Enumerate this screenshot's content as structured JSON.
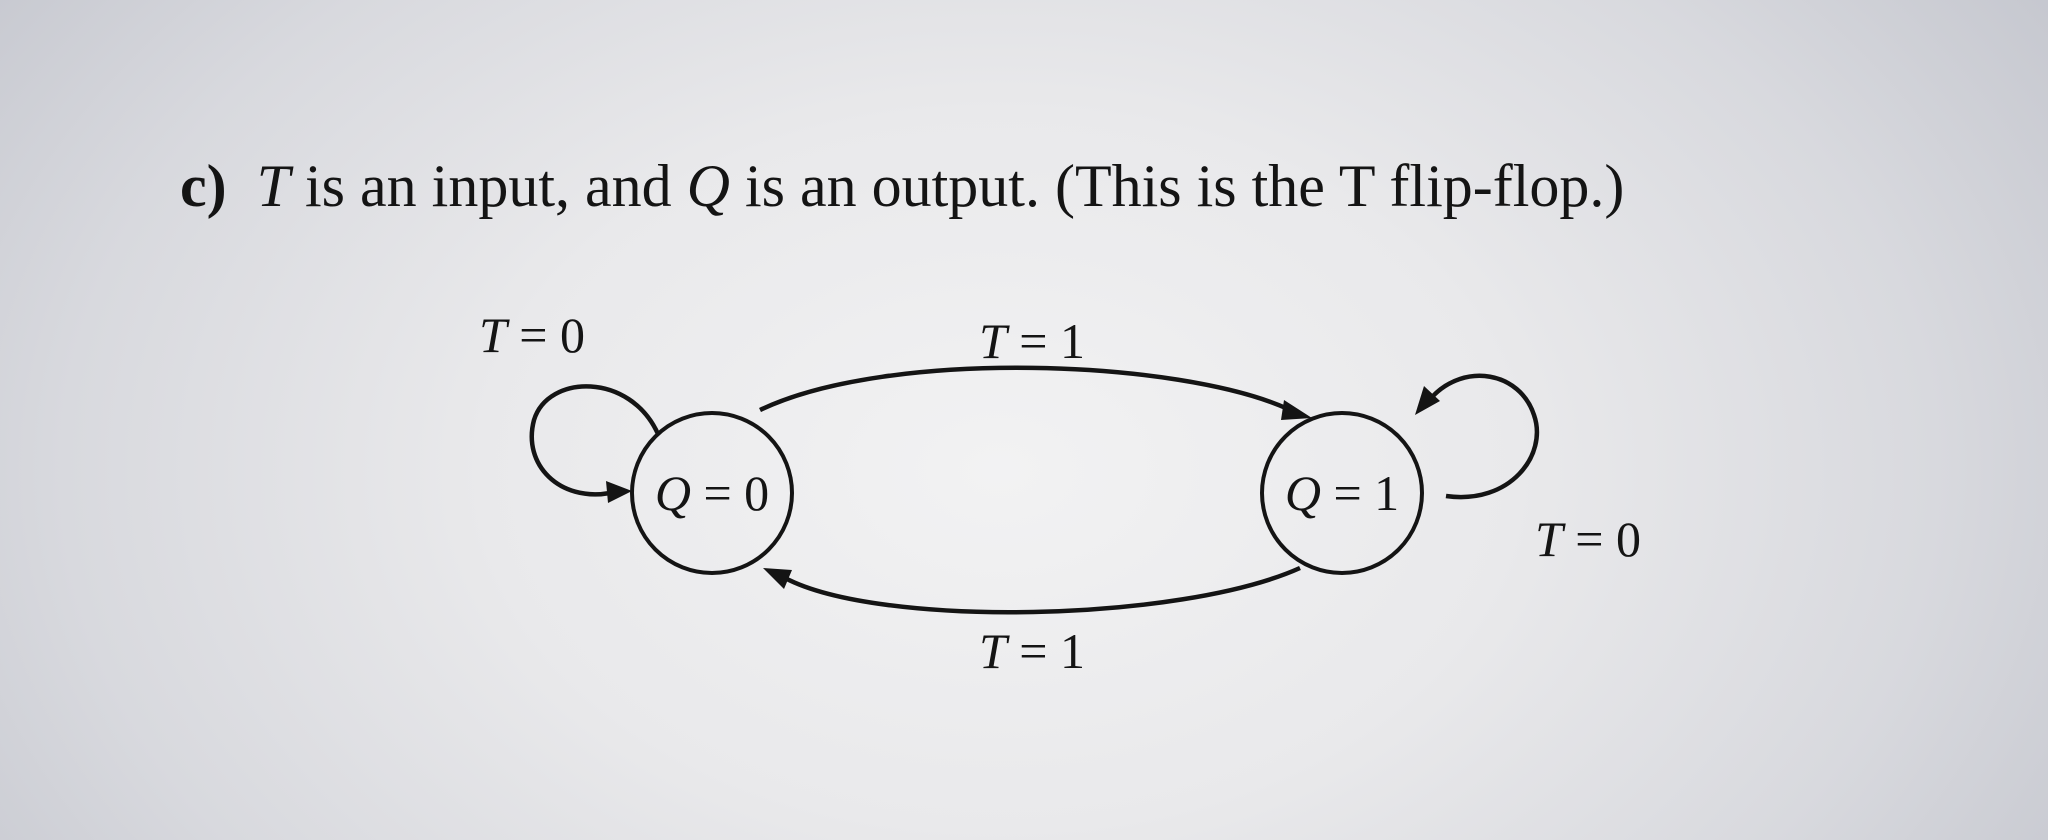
{
  "question": {
    "part_label": "c)",
    "var_t": "T",
    "text_mid": " is an input, and ",
    "var_q": "Q",
    "text_end": " is an output. (This is the T flip-flop.)"
  },
  "diagram": {
    "states": [
      {
        "var": "Q",
        "rest": " = 0"
      },
      {
        "var": "Q",
        "rest": " = 1"
      }
    ],
    "transitions": [
      {
        "from": "Q = 0",
        "to": "Q = 0",
        "var": "T",
        "rest": " = 0"
      },
      {
        "from": "Q = 0",
        "to": "Q = 1",
        "var": "T",
        "rest": " = 1"
      },
      {
        "from": "Q = 1",
        "to": "Q = 1",
        "var": "T",
        "rest": " = 0"
      },
      {
        "from": "Q = 1",
        "to": "Q = 0",
        "var": "T",
        "rest": " = 1"
      }
    ]
  }
}
